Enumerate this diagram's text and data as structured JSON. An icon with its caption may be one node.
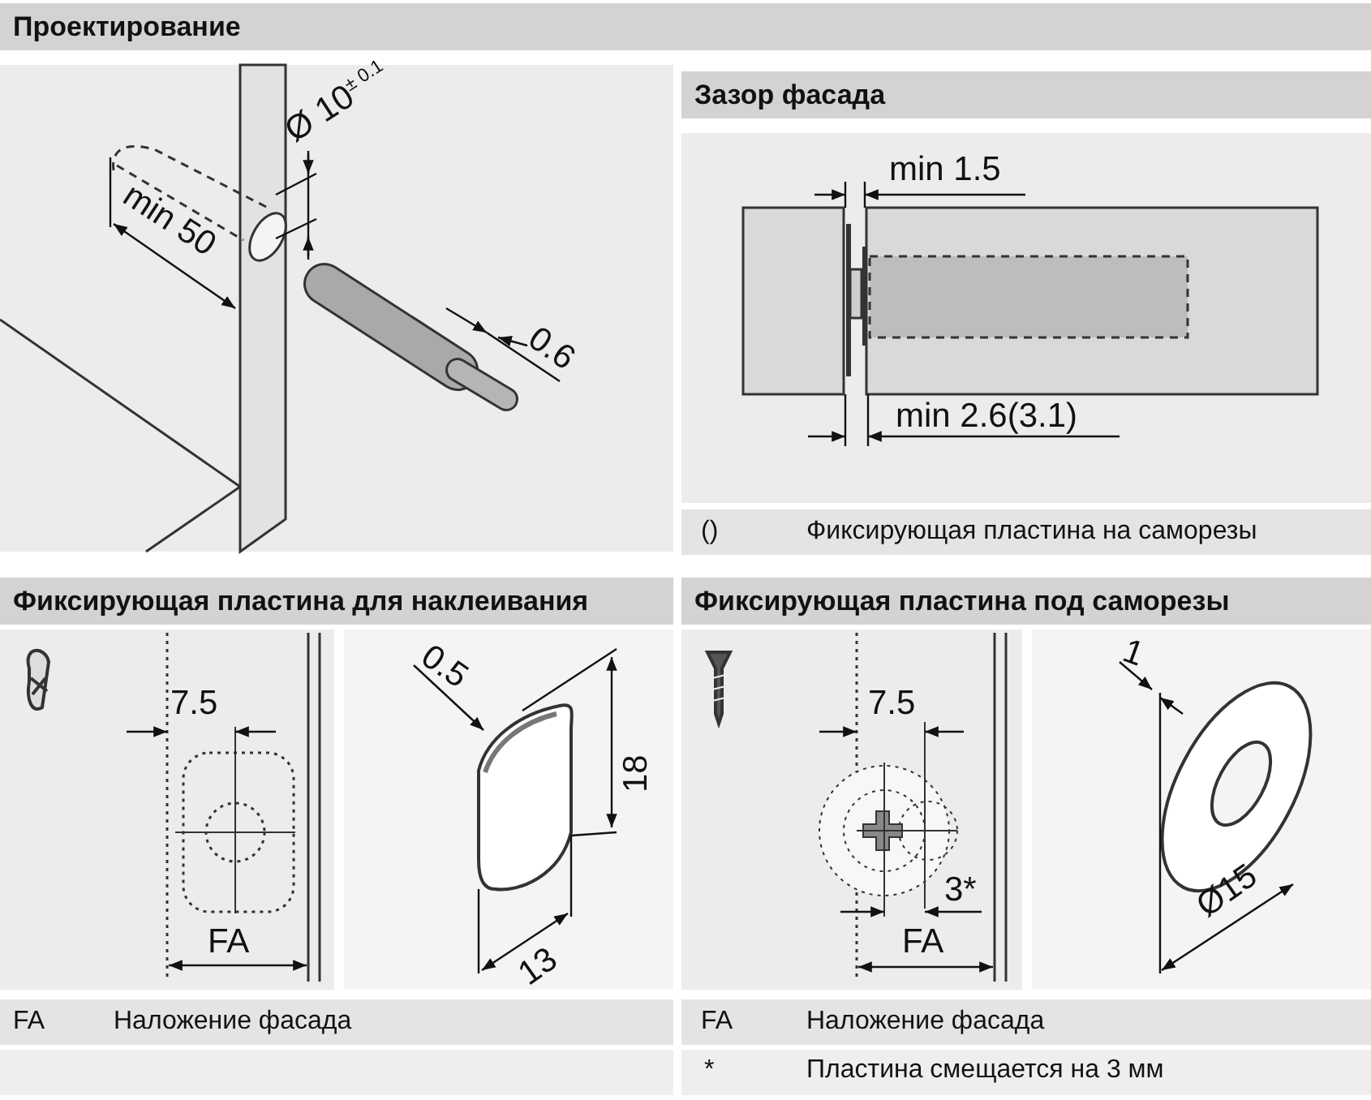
{
  "diagram": {
    "labels": [
      "Проектирование",
      "min 50",
      "Ø 10$^{± 0.1}$",
      "0.6",
      "Зазор фасада",
      "min 1.5",
      "min 2.6(3.1)",
      "()",
      "Фиксирующая пластина на саморезы",
      "Фиксирующая пластина для наклеивания",
      "7.5",
      "FA",
      "0.5",
      "18",
      "13",
      "FA",
      "Наложение фасада",
      "Фиксирующая пластина под саморезы",
      "7.5",
      "3*",
      "FA",
      "1",
      "Ø15",
      "FA",
      "Наложение фасада",
      "*",
      "Пластина смещается на 3 мм"
    ]
  }
}
